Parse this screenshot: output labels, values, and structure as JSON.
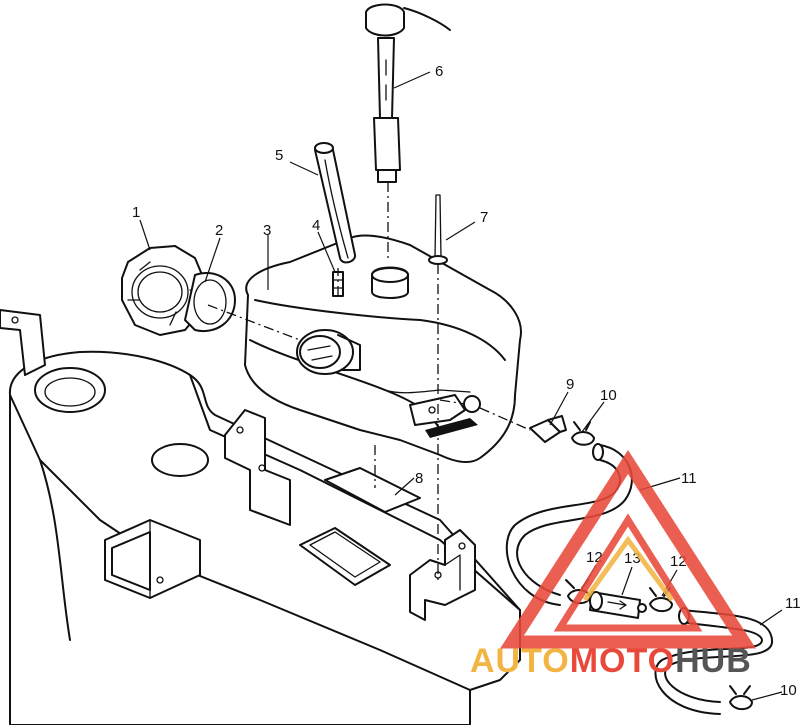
{
  "callouts": [
    {
      "id": "c1",
      "label": "1"
    },
    {
      "id": "c2",
      "label": "2"
    },
    {
      "id": "c3",
      "label": "3"
    },
    {
      "id": "c4",
      "label": "4"
    },
    {
      "id": "c5",
      "label": "5"
    },
    {
      "id": "c6",
      "label": "6"
    },
    {
      "id": "c7",
      "label": "7"
    },
    {
      "id": "c8",
      "label": "8"
    },
    {
      "id": "c9",
      "label": "9"
    },
    {
      "id": "c10a",
      "label": "10"
    },
    {
      "id": "c11a",
      "label": "11"
    },
    {
      "id": "c12a",
      "label": "12"
    },
    {
      "id": "c13",
      "label": "13"
    },
    {
      "id": "c12b",
      "label": "12"
    },
    {
      "id": "c11b",
      "label": "11"
    },
    {
      "id": "c10b",
      "label": "10"
    }
  ],
  "watermark": {
    "part1": "AUTO",
    "part2": "MOTO",
    "part3": "HUB",
    "color_primary": "#e8493a",
    "color_secondary": "#f2b544",
    "color_dark": "#555555"
  }
}
